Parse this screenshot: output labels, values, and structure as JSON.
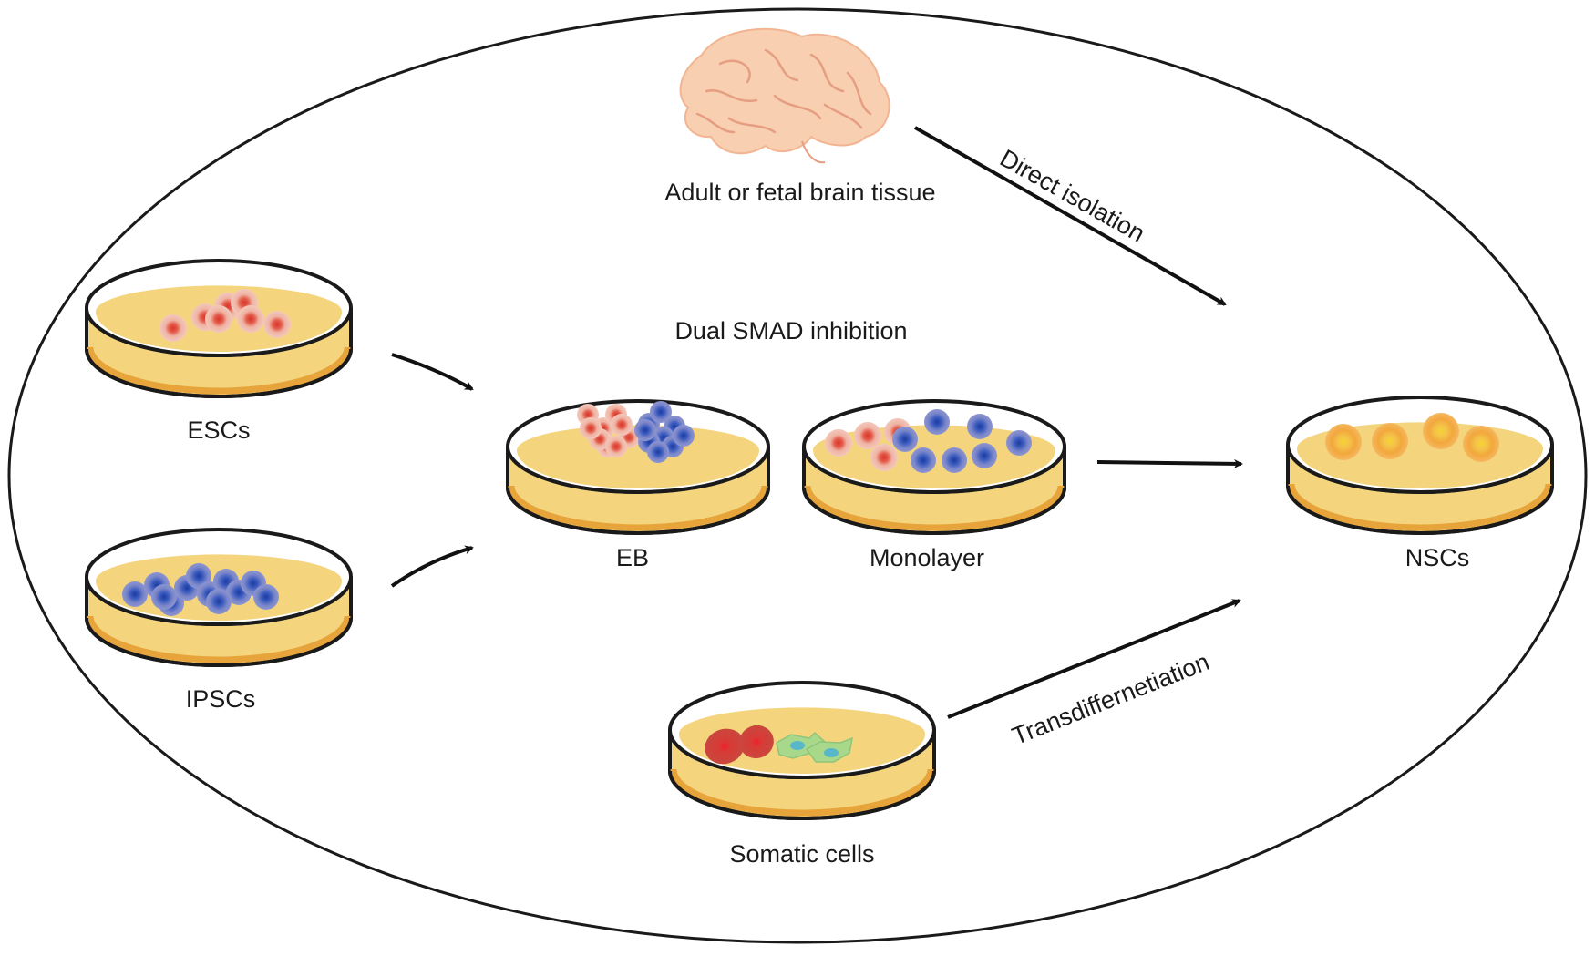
{
  "labels": {
    "brain": "Adult or fetal brain tissue",
    "direct": "Direct isolation",
    "dual_smad": "Dual SMAD inhibition",
    "escs": "ESCs",
    "ipscs": "IPSCs",
    "eb": "EB",
    "monolayer": "Monolayer",
    "nscs": "NSCs",
    "somatic": "Somatic cells",
    "transdiff": "Transdiffernetiation"
  },
  "colors": {
    "medium": "#f4d57e",
    "dish_base": "#e6a43a",
    "outline": "#1a1a1a",
    "brain": "#f8cfb0",
    "esc_cell": "#efb3a3",
    "esc_nucleus": "#d8362a",
    "ipsc_cell": "#7b86c9",
    "ipsc_nucleus": "#1d3a9c",
    "nsc_cell": "#f2a73c",
    "nsc_nucleus": "#f9d64a",
    "somatic_red": "#d24d45",
    "somatic_green": "#a8d98a"
  }
}
